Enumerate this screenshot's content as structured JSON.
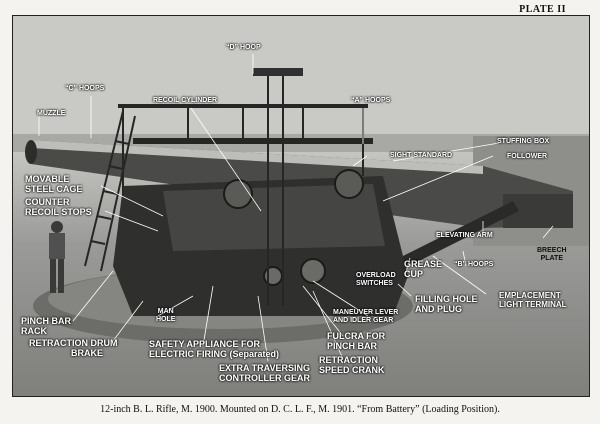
{
  "plate": {
    "number": "PLATE II"
  },
  "caption": "12-inch B. L. Rifle, M. 1900.   Mounted on D. C. L. F., M. 1901.   “From Battery” (Loading Position).",
  "labels": {
    "d_hoop": "“D” HOOP",
    "c_hoops": "“C” HOOPS",
    "recoil_cylinder": "RECOIL CYLINDER",
    "a_hoops": "“A” HOOPS",
    "muzzle": "MUZZLE",
    "stuffing_box": "STUFFING BOX",
    "follower": "FOLLOWER",
    "sight_standard": "SIGHT STANDARD",
    "movable_steel_cage_1": "MOVABLE",
    "movable_steel_cage_2": "STEEL CAGE",
    "counter_recoil_stops_1": "COUNTER",
    "counter_recoil_stops_2": "RECOIL STOPS",
    "elevating_arm": "ELEVATING ARM",
    "breech_plate_1": "BREECH",
    "breech_plate_2": "PLATE",
    "overload_switches_1": "OVERLOAD",
    "overload_switches_2": "SWITCHES",
    "grease_cup_1": "GREASE",
    "grease_cup_2": "CUP",
    "b_hoops": "“B” HOOPS",
    "emplacement_light_terminal_1": "EMPLACEMENT",
    "emplacement_light_terminal_2": "LIGHT TERMINAL",
    "filling_hole_1": "FILLING HOLE",
    "filling_hole_2": "AND PLUG",
    "maneuver_lever_1": "MANEUVER LEVER",
    "maneuver_lever_2": "AND IDLER GEAR",
    "pinch_bar_rack_1": "PINCH BAR",
    "pinch_bar_rack_2": "RACK",
    "man_hole_1": "MAN",
    "man_hole_2": "HOLE",
    "retraction_drum_brake_1": "RETRACTION DRUM",
    "retraction_drum_brake_2": "BRAKE",
    "safety_appliance_1": "SAFETY APPLIANCE FOR",
    "safety_appliance_2": "ELECTRIC FIRING (Separated)",
    "fulcra_1": "FULCRA FOR",
    "fulcra_2": "PINCH BAR",
    "retraction_speed_crank_1": "RETRACTION",
    "retraction_speed_crank_2": "SPEED CRANK",
    "extra_traversing_1": "EXTRA TRAVERSING",
    "extra_traversing_2": "CONTROLLER GEAR"
  }
}
